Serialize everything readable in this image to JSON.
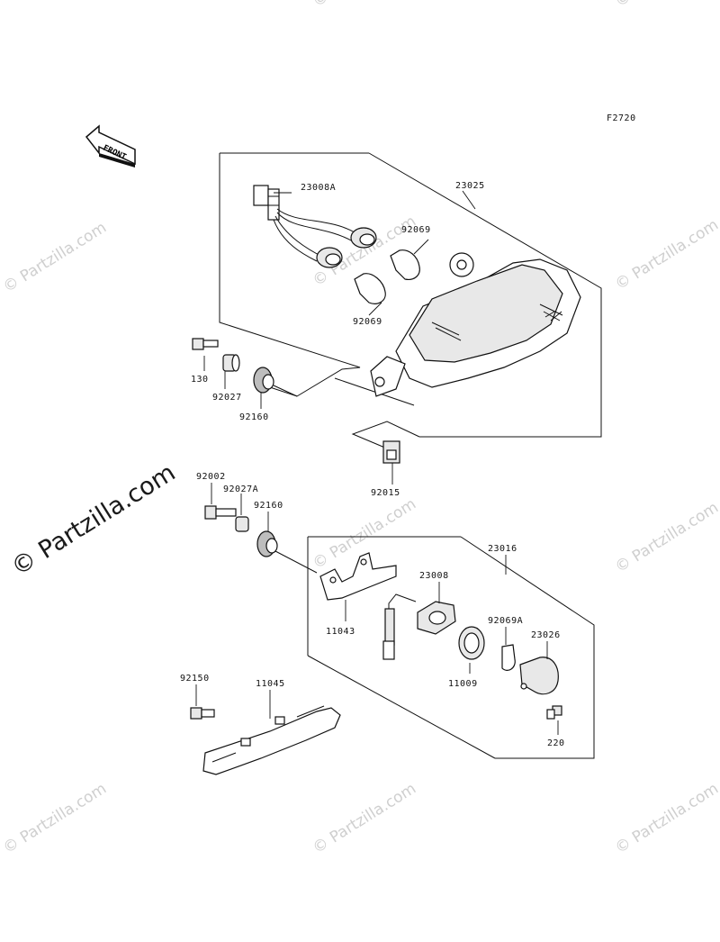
{
  "diagram_code": "F2720",
  "front_indicator": "FRONT",
  "watermarks": {
    "small": "© Partzilla.com",
    "large": "© Partzilla.com"
  },
  "part_labels": {
    "p23008A": "23008A",
    "p23025": "23025",
    "p92069_upper": "92069",
    "p92069_lower": "92069",
    "p130": "130",
    "p92027": "92027",
    "p92160_upper": "92160",
    "p92015": "92015",
    "p92002": "92002",
    "p92027A": "92027A",
    "p92160_lower": "92160",
    "p23016": "23016",
    "p23008": "23008",
    "p11043": "11043",
    "p92069A": "92069A",
    "p23026": "23026",
    "p11009": "11009",
    "p220": "220",
    "p92150": "92150",
    "p11045": "11045"
  }
}
